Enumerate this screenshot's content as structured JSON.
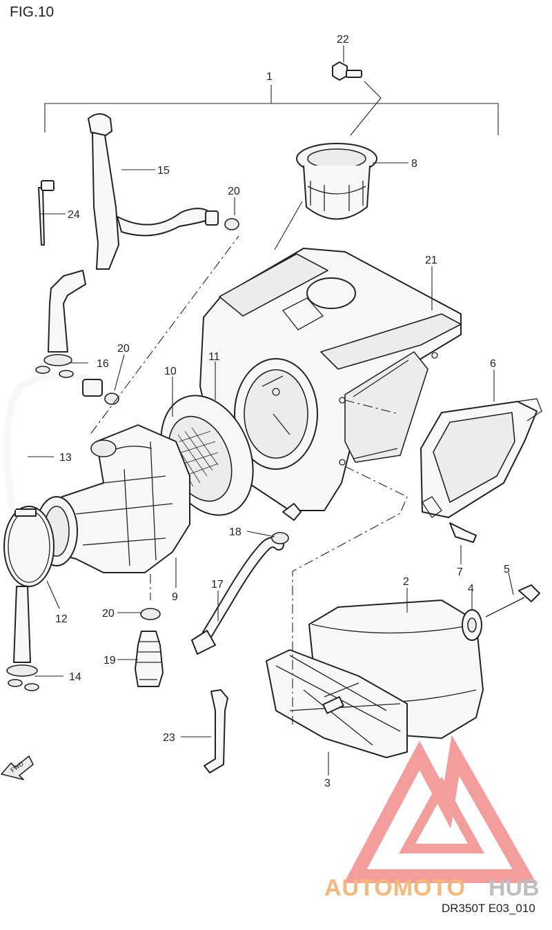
{
  "figure": {
    "title": "FIG.10",
    "code": "DR350T E03_010",
    "direction_marker": "FWD"
  },
  "watermark": {
    "brand_part1": "AUTOMOTO",
    "brand_part2": "HUB",
    "colors": {
      "mark": "#f28c8c",
      "text_orange": "#f6b77a",
      "text_gray": "#bfbfbf"
    }
  },
  "callouts": [
    "1",
    "2",
    "3",
    "4",
    "5",
    "6",
    "7",
    "8",
    "9",
    "10",
    "11",
    "12",
    "13",
    "14",
    "15",
    "16",
    "17",
    "18",
    "19",
    "20",
    "20",
    "20",
    "21",
    "22",
    "23",
    "24"
  ]
}
